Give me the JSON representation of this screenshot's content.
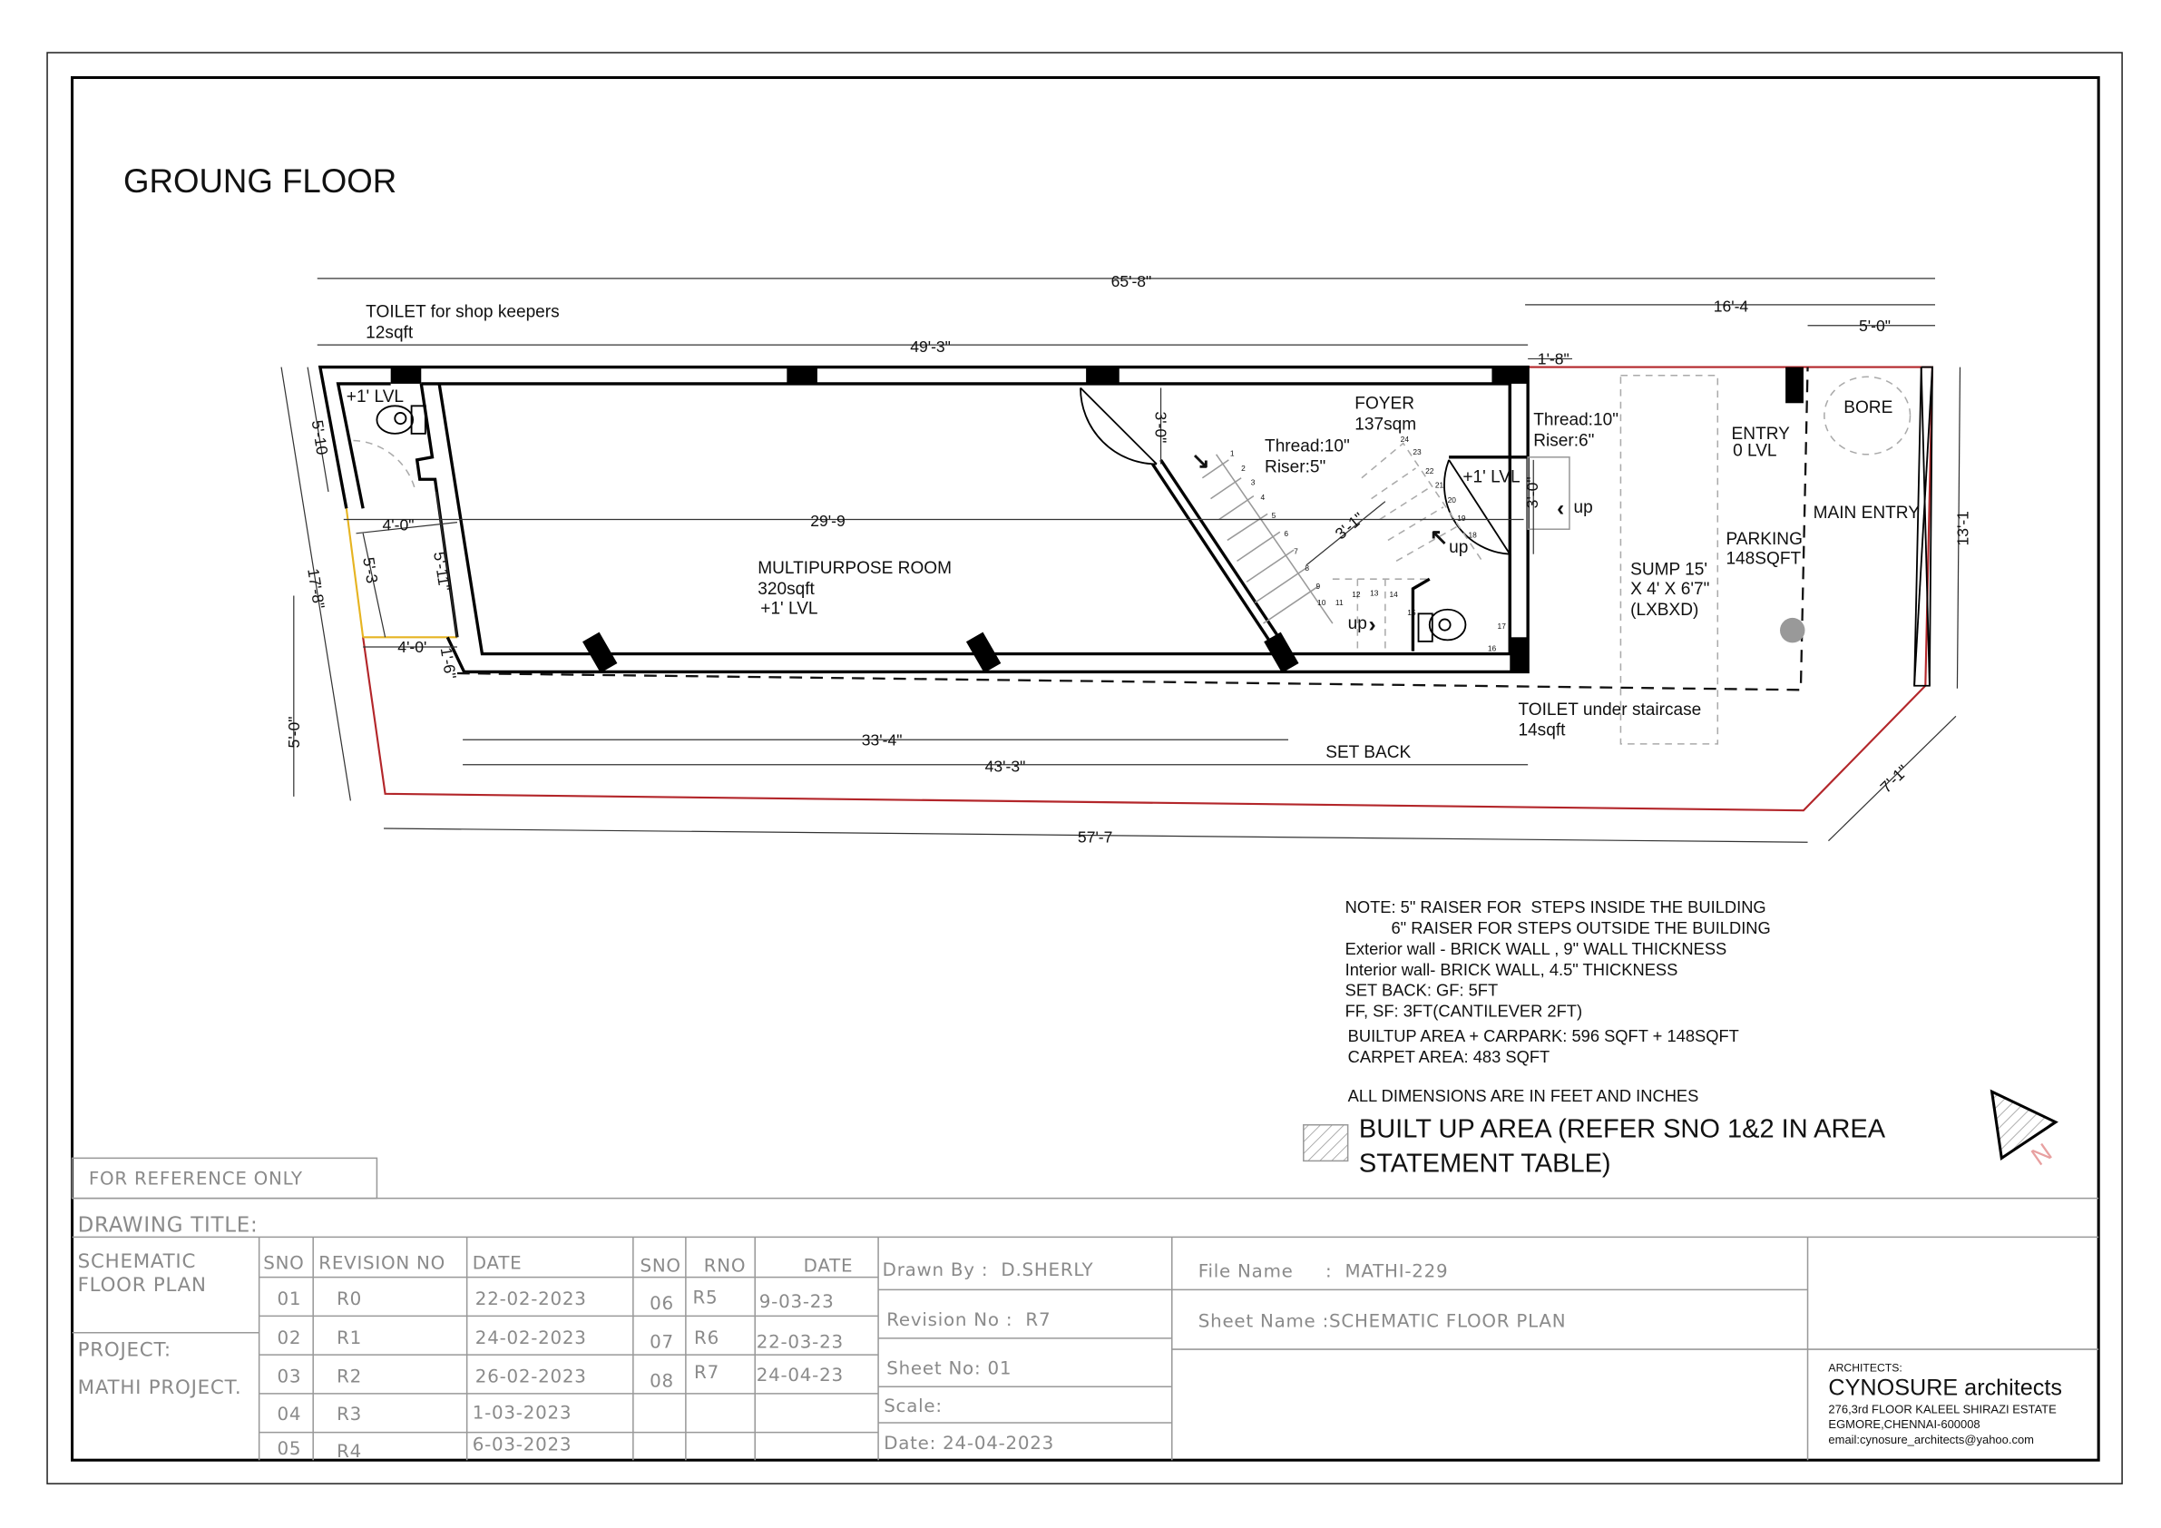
{
  "drawing": {
    "heading": "GROUNG FLOOR",
    "rooms": {
      "toilet_shop": [
        "TOILET for shop keepers",
        "12sqft"
      ],
      "toilet_lvl": "+1' LVL",
      "multipurpose": [
        "MULTIPURPOSE ROOM",
        "320sqft",
        "+1' LVL"
      ],
      "foyer": [
        "FOYER",
        "137sqm"
      ],
      "stair1": [
        "Thread:10\"",
        "Riser:5\""
      ],
      "stair2": [
        "Thread:10\"",
        "Riser:6\""
      ],
      "lvl2": "+1' LVL",
      "up1": "up",
      "up2": "up",
      "up3": "up",
      "entry": [
        "ENTRY",
        "0 LVL"
      ],
      "bore": "BORE",
      "main_entry": "MAIN ENTRY",
      "parking": [
        "PARKING",
        "148SQFT"
      ],
      "sump": [
        "SUMP 15'",
        "X 4' X 6'7\"",
        "(LXBXD)"
      ],
      "toilet_stair": [
        "TOILET under staircase",
        "14sqft"
      ],
      "setback": "SET BACK"
    },
    "steps": [
      "1",
      "2",
      "3",
      "4",
      "5",
      "6",
      "7",
      "8",
      "9",
      "10",
      "11",
      "12",
      "13",
      "14",
      "15",
      "16",
      "17",
      "18",
      "19",
      "20",
      "21",
      "22",
      "23",
      "24"
    ],
    "dimensions": {
      "d65": "65'-8\"",
      "d49": "49'-3\"",
      "d16": "16'-4",
      "d5a": "5'-0\"",
      "d1_8": "1'-8\"",
      "d29": "29'-9",
      "d33": "33'-4\"",
      "d43": "43'-3\"",
      "d57": "57'-7",
      "d13": "13'-1",
      "d7": "7'-1\"",
      "d5b": "5'-0\"",
      "d17": "17'-8\"",
      "d5_10": "5'-10",
      "d4a": "4'-0\"",
      "d5_3": "5'-3",
      "d5_11": "5'-11\"",
      "d4b": "4'-0'",
      "d1_6": "1'-6\"",
      "d3a": "3'-0\"",
      "d3b": "3'-0\"",
      "d3_1": "3'-1\""
    },
    "notes": [
      "NOTE: 5\" RAISER FOR  STEPS INSIDE THE BUILDING",
      "          6\" RAISER FOR STEPS OUTSIDE THE BUILDING",
      "Exterior wall - BRICK WALL , 9\" WALL THICKNESS",
      "Interior wall-  BRICK WALL, 4.5\" THICKNESS",
      "SET BACK: GF: 5FT",
      "FF, SF: 3FT(CANTILEVER 2FT)",
      "BUILTUP AREA + CARPARK: 596 SQFT + 148SQFT",
      "CARPET AREA: 483 SQFT",
      "ALL DIMENSIONS ARE IN FEET AND INCHES"
    ],
    "legend": [
      "BUILT UP AREA (REFER SNO 1&2 IN AREA",
      "STATEMENT TABLE)"
    ],
    "north": "N"
  },
  "title_block": {
    "reference": "FOR REFERENCE ONLY",
    "drawing_title_label": "DRAWING TITLE:",
    "drawing_title": [
      "SCHEMATIC",
      "FLOOR PLAN"
    ],
    "project_label": "PROJECT:",
    "project": "MATHI PROJECT.",
    "rev_headers": [
      "SNO",
      "REVISION NO",
      "DATE",
      "SNO",
      "RNO",
      "DATE"
    ],
    "revisions_left": [
      {
        "sno": "01",
        "rev": "R0",
        "date": "22-02-2023"
      },
      {
        "sno": "02",
        "rev": "R1",
        "date": "24-02-2023"
      },
      {
        "sno": "03",
        "rev": "R2",
        "date": "26-02-2023"
      },
      {
        "sno": "04",
        "rev": "R3",
        "date": "1-03-2023"
      },
      {
        "sno": "05",
        "rev": "R4",
        "date": "6-03-2023"
      }
    ],
    "revisions_right": [
      {
        "sno": "06",
        "rev": "R5",
        "date": "9-03-23"
      },
      {
        "sno": "07",
        "rev": "R6",
        "date": "22-03-23"
      },
      {
        "sno": "08",
        "rev": "R7",
        "date": "24-04-23"
      }
    ],
    "drawn_by": "Drawn By :  D.SHERLY",
    "revision_no": "Revision No :  R7",
    "sheet_no": "Sheet No: 01",
    "scale": "Scale:",
    "date": "Date: 24-04-2023",
    "file_name": "File Name     :  MATHI-229",
    "sheet_name": "Sheet Name :SCHEMATIC FLOOR PLAN",
    "architect_label": "ARCHITECTS:",
    "architect_name": "CYNOSURE architects",
    "address1": "276,3rd FLOOR KALEEL SHIRAZI ESTATE",
    "address2": "EGMORE,CHENNAI-600008",
    "email": "email:cynosure_architects@yahoo.com"
  }
}
